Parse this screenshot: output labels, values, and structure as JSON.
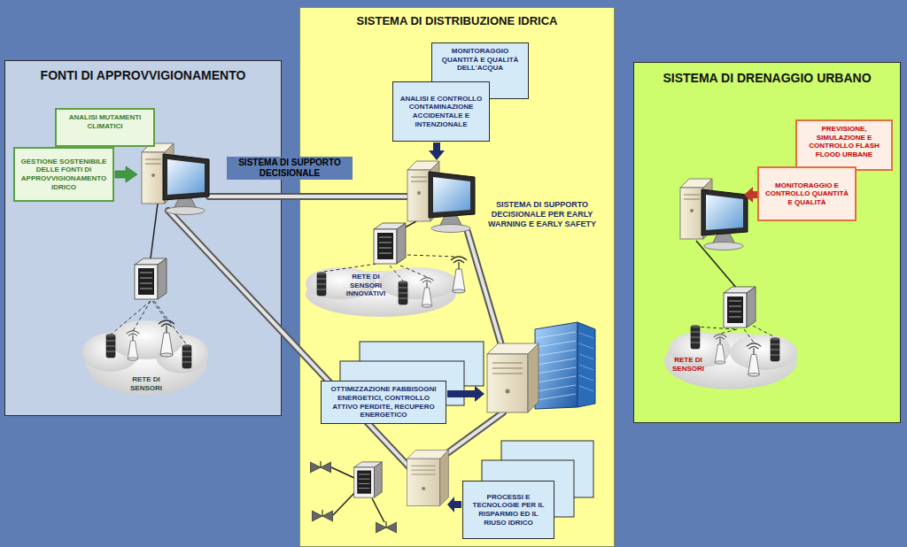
{
  "diagram": {
    "nodes": [
      {
        "text": [
          "FONTI DI APPROVVIGIONAMENTO"
        ]
      },
      {
        "text": [
          "ANALISI MUTAMENTI CLIMATICI"
        ],
        "in": 0
      },
      {
        "text": [
          "GESTIONE SOSTENIBILE DELLE FONTI DI APPROVVIGIONAMENTO IDRICO"
        ],
        "in": 0
      },
      {
        "text": [
          "SISTEMA DI DISTRIBUZIONE IDRICA"
        ]
      },
      {
        "text": [
          "MONITORAGGIO QUANTITÀ E QUALITÀ DELL'ACQUA"
        ],
        "in": 3
      },
      {
        "text": [
          "ANALISI E CONTROLLO CONTAMINAZIONE ACCIDENTALE E INTENZIONALE"
        ],
        "in": 3
      },
      {
        "text": [
          "OTTIMIZZAZIONE FABBISOGNI ENERGETICI, CONTROLLO ATTIVO PERDITE, RECUPERO ENERGETICO"
        ],
        "in": 3
      },
      {
        "text": [
          "PROCESSI E TECNOLOGIE PER IL RISPARMIO ED IL RIUSO IDRICO"
        ],
        "in": 3
      },
      {
        "text": [
          "SISTEMA DI DRENAGGIO URBANO"
        ]
      },
      {
        "text": [
          "PREVISIONE, SIMULAZIONE E CONTROLLO FLASH FLOOD URBANE"
        ],
        "in": 8
      },
      {
        "text": [
          "MONITORAGGIO E CONTROLLO QUANTITÀ E QUALITÀ"
        ],
        "in": 8
      }
    ],
    "labels": [
      "SISTEMA DI SUPPORTO DECISIONALE",
      "SISTEMA DI SUPPORTO DECISIONALE PER EARLY WARNING E EARLY SAFETY",
      "RETE DI SENSORI INNOVATIVI",
      "RETE DI SENSORI",
      "RETE DI SENSORI"
    ]
  }
}
